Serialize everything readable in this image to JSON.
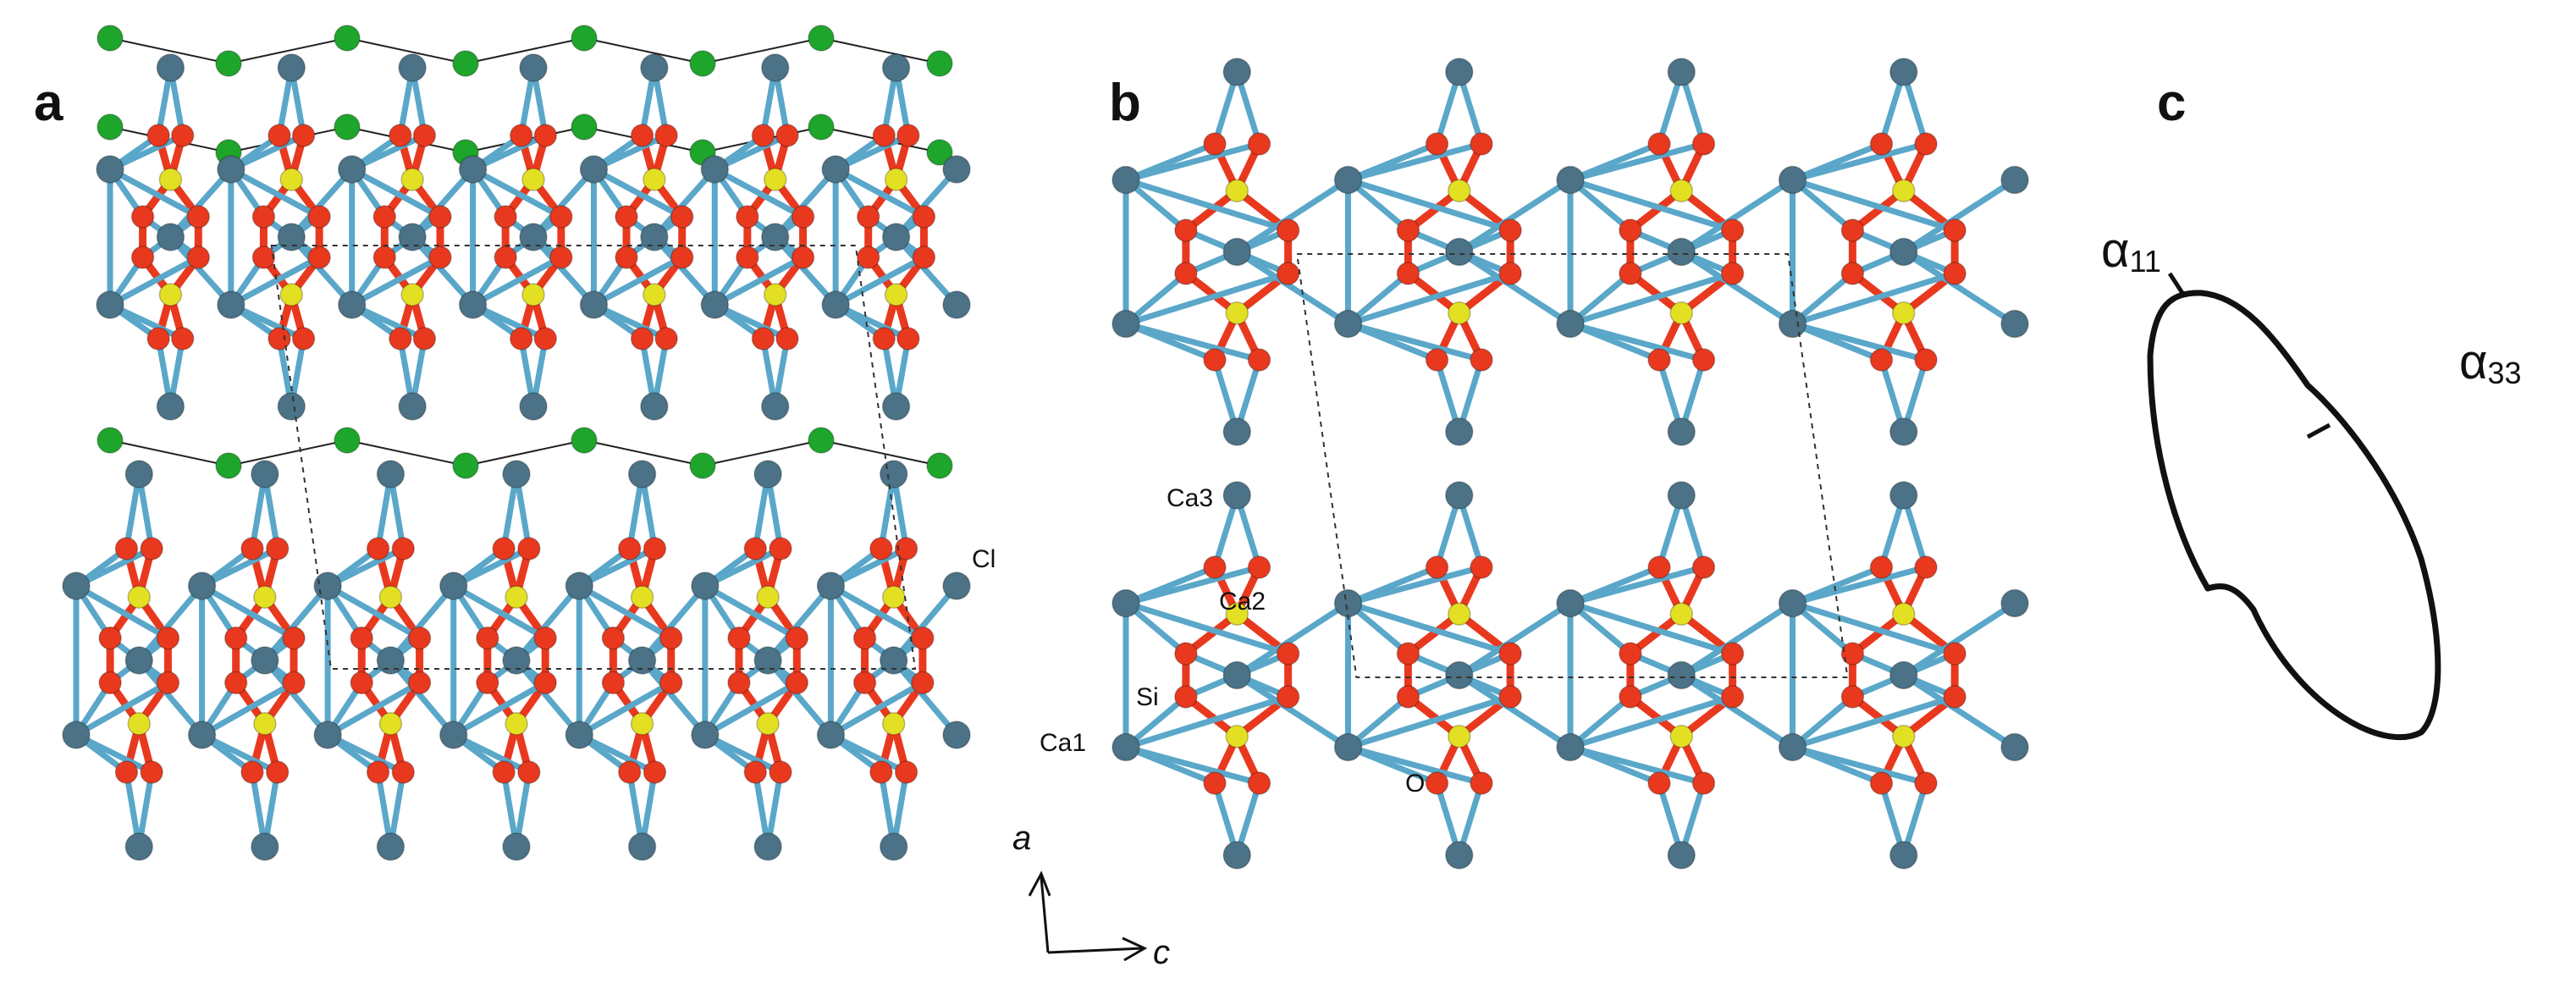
{
  "figure": {
    "panel_labels": {
      "a": "a",
      "b": "b",
      "c": "c"
    },
    "atom_labels": {
      "cl": "Cl",
      "ca3": "Ca3",
      "ca2": "Ca2",
      "si": "Si",
      "ca1": "Ca1",
      "o": "O"
    },
    "axes": {
      "vertical": "a",
      "horizontal": "c"
    },
    "ellipsoid_labels": {
      "alpha11": {
        "symbol": "α",
        "sub": "11"
      },
      "alpha33": {
        "symbol": "α",
        "sub": "33"
      }
    },
    "colors": {
      "ca": "#4b7286",
      "o": "#e8391f",
      "si": "#e3e024",
      "cl": "#1ea52b",
      "bond_ca_o": "#5aa7c9",
      "bond_si_o": "#e8391f",
      "cl_bond": "#222222"
    }
  }
}
